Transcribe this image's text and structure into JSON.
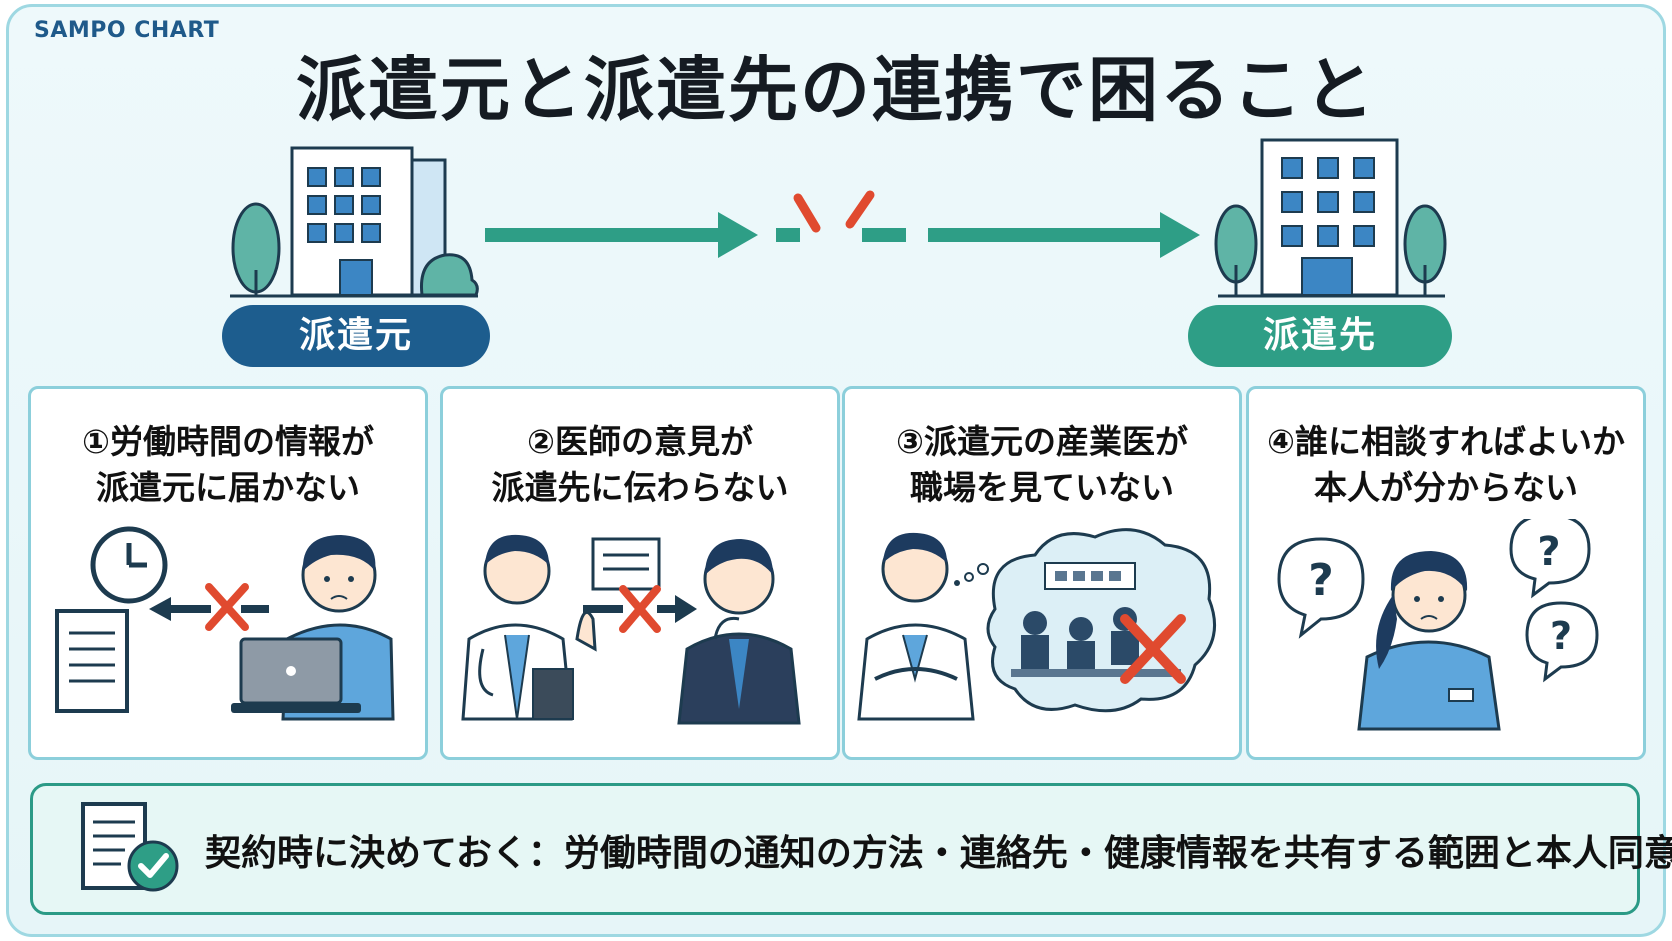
{
  "brand": "SAMPO CHART",
  "title": "派遣元と派遣先の連携で困ること",
  "source_label": "派遣元",
  "dest_label": "派遣先",
  "cards": [
    {
      "line1": "①労働時間の情報が",
      "line2": "派遣元に届かない"
    },
    {
      "line1": "②医師の意見が",
      "line2": "派遣先に伝わらない"
    },
    {
      "line1": "③派遣元の産業医が",
      "line2": "職場を見ていない"
    },
    {
      "line1": "④誰に相談すればよいか",
      "line2": "本人が分からない"
    }
  ],
  "footer_text": "契約時に決めておく：労働時間の通知の方法・連絡先・健康情報を共有する範囲と本人同意",
  "question_mark": "?",
  "colors": {
    "navy": "#1d5d8e",
    "teal": "#2e9e86",
    "red": "#e04a2f",
    "frame_border": "#9ed8e2"
  },
  "icons": [
    "building-icon",
    "tree-icon",
    "arrow-icon",
    "broken-link-icon",
    "clock-icon",
    "document-icon",
    "laptop-icon",
    "doctor-icon",
    "businessman-icon",
    "thought-bubble-icon",
    "question-bubble-icon",
    "checklist-icon",
    "cross-icon"
  ]
}
